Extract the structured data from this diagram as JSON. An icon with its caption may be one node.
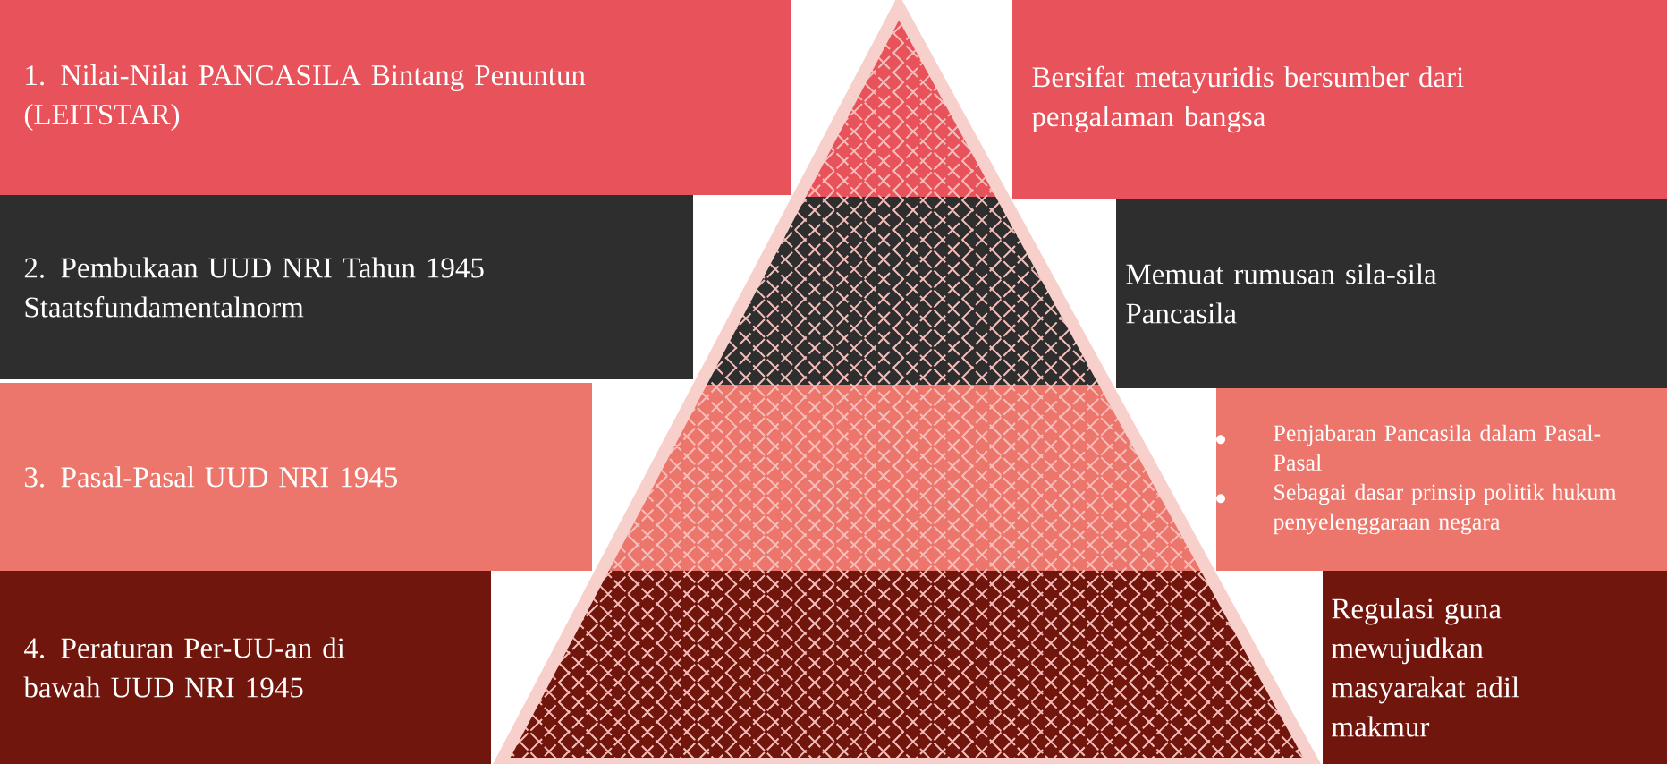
{
  "diagram": {
    "nodes": [
      {
        "text": [
          "1. Nilai-Nilai PANCASILA Bintang Penuntun (LEITSTAR)"
        ]
      },
      {
        "text": [
          "Bersifat metayuridis bersumber dari pengalaman bangsa"
        ]
      },
      {
        "text": [
          "2. Pembukaan UUD NRI Tahun 1945 Staatsfundamentalnorm"
        ]
      },
      {
        "text": [
          "Memuat rumusan sila-sila Pancasila"
        ]
      },
      {
        "text": [
          "3. Pasal-Pasal UUD NRI 1945"
        ]
      },
      {
        "text": [
          "Penjabaran Pancasila dalam Pasal-Pasal",
          "Sebagai dasar prinsip politik hukum penyelenggaraan negara"
        ]
      },
      {
        "text": [
          "4. Peraturan Per-UU-an di bawah UUD NRI 1945"
        ]
      },
      {
        "text": [
          "Regulasi guna mewujudkan masyarakat adil makmur"
        ]
      }
    ]
  }
}
